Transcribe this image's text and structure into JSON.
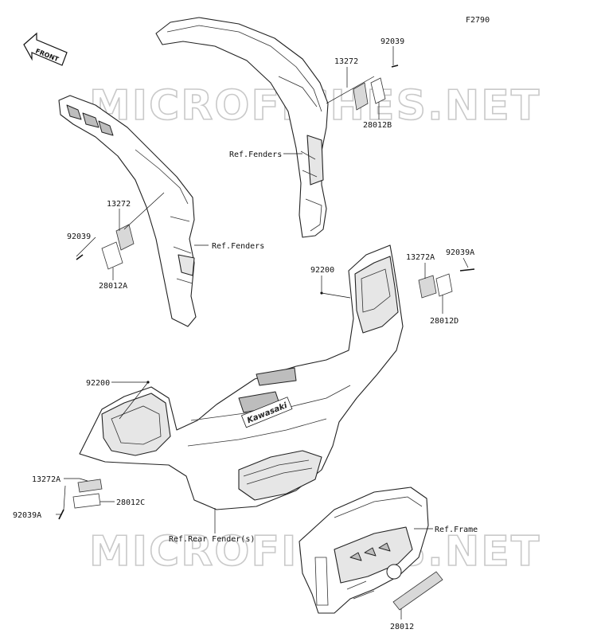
{
  "figure_code": "F2790",
  "front_indicator": "FRONT",
  "watermark": "MICROFICHES.NET",
  "callouts": {
    "c92039_top": "92039",
    "c13272_top": "13272",
    "c28012B": "28012B",
    "ref_fenders_top": "Ref.Fenders",
    "c13272_left": "13272",
    "c92039_left": "92039",
    "ref_fenders_left": "Ref.Fenders",
    "c28012A": "28012A",
    "c92200_right": "92200",
    "c13272A_right": "13272A",
    "c92039A_right": "92039A",
    "c28012D": "28012D",
    "c92200_left": "92200",
    "c13272A_left": "13272A",
    "c28012C": "28012C",
    "c92039A_left": "92039A",
    "ref_rear_fender": "Ref.Rear Fender(s)",
    "ref_frame": "Ref.Frame",
    "c28012": "28012"
  },
  "brand_decal": "Kawasaki"
}
